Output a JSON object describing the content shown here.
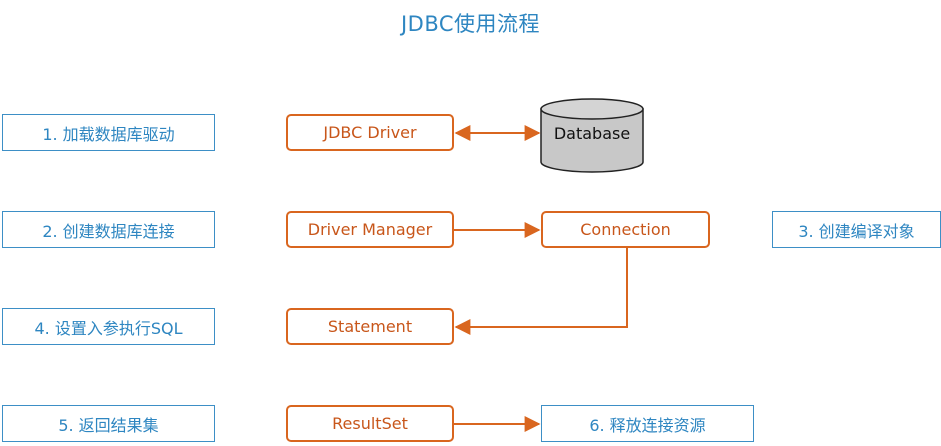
{
  "title": "JDBC使用流程",
  "steps": {
    "step1": "1. 加载数据库驱动",
    "step2": "2. 创建数据库连接",
    "step3": "3. 创建编译对象",
    "step4": "4. 设置入参执行SQL",
    "step5": "5. 返回结果集",
    "step6": "6. 释放连接资源"
  },
  "components": {
    "jdbc_driver": "JDBC Driver",
    "database": "Database",
    "driver_manager": "Driver Manager",
    "connection": "Connection",
    "statement": "Statement",
    "resultset": "ResultSet"
  },
  "colors": {
    "step_blue": "#3d8fc6",
    "component_orange": "#d9661f",
    "database_fill": "#c8c8c8"
  }
}
